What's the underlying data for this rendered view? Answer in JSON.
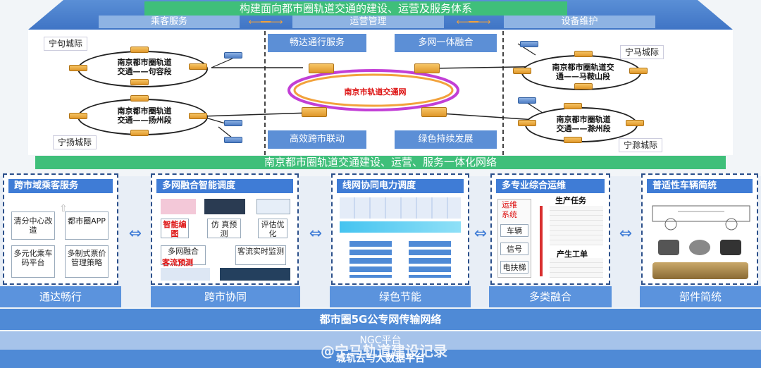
{
  "top": {
    "title": "构建面向都市圈轨道交通的建设、运营及服务体系",
    "tabs": [
      "乘客服务",
      "运营管理",
      "设备维护"
    ]
  },
  "middle": {
    "left_labels": [
      "宁句城际",
      "宁扬城际"
    ],
    "right_labels": [
      "宁马城际",
      "宁滁城际"
    ],
    "rings": {
      "tl": "南京都市圈轨道\n交通——句容段",
      "bl": "南京都市圈轨道\n交通——扬州段",
      "tr": "南京都市圈轨道交\n通——马鞍山段",
      "br": "南京都市圈轨道\n交通——滁州段"
    },
    "center_ring": "南京市轨道交通网",
    "blue_boxes": [
      "畅达通行服务",
      "多网一体融合",
      "高效跨市联动",
      "绿色持续发展"
    ],
    "banner": "南京都市圈轨道交通建设、运营、服务一体化网络"
  },
  "panels": [
    {
      "title": "跨市域乘客服务",
      "items": [
        "清分中心改造",
        "都市圈APP",
        "多元化乘车码平台",
        "多制式票价管理策略"
      ],
      "footer": "通达畅行"
    },
    {
      "title": "多网融合智能调度",
      "items": [
        "智能编图",
        "仿 真预测",
        "评估优化",
        "多网融合",
        "客流预测",
        "客流实时监测"
      ],
      "footer": "跨市协同"
    },
    {
      "title": "线网协同电力调度",
      "items": [],
      "footer": "绿色节能"
    },
    {
      "title": "多专业综合运维",
      "items": [
        "运维",
        "系统",
        "生产任务",
        "车辆",
        "信号",
        "产生工单",
        "电扶梯"
      ],
      "footer": "多类融合"
    },
    {
      "title": "普适性车辆简统",
      "items": [],
      "footer": "部件简统"
    }
  ],
  "bottom": {
    "bar_5g": "都市圈5G公专网传输网络",
    "bar_ngc": "NGC平台",
    "bar_cloud": "城轨云与大数据平台",
    "watermark": "@宁马轨道建设记录"
  },
  "colors": {
    "green": "#3fbf7a",
    "blue": "#3f7cd6",
    "orange": "#f2a23c",
    "magenta": "#c23fd6"
  }
}
